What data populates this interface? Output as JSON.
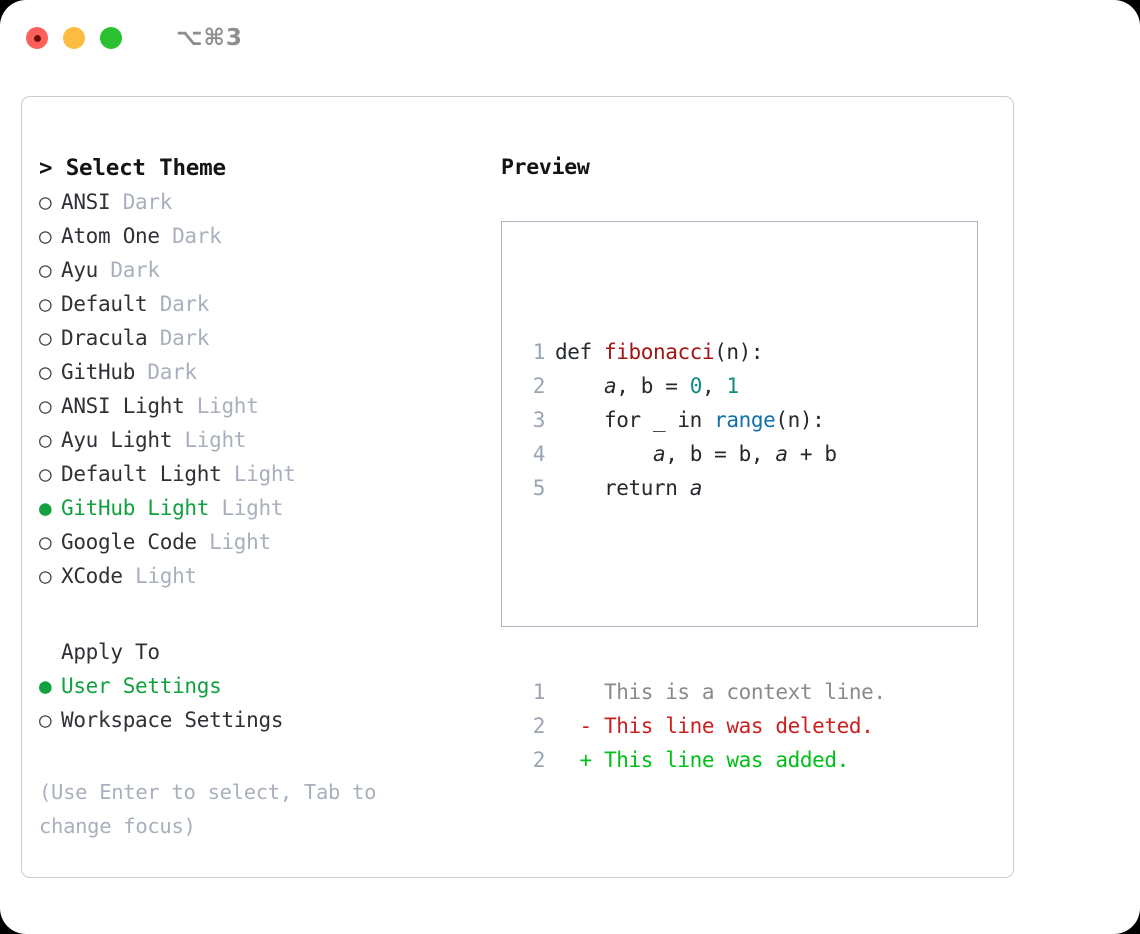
{
  "titlebar": {
    "shortcut": "⌥⌘3",
    "lights": [
      "close",
      "minimize",
      "maximize"
    ]
  },
  "left": {
    "header": "> Select Theme",
    "themes": [
      {
        "bullet": "○",
        "name": "ANSI",
        "variant": "Dark",
        "selected": false
      },
      {
        "bullet": "○",
        "name": "Atom One",
        "variant": "Dark",
        "selected": false
      },
      {
        "bullet": "○",
        "name": "Ayu",
        "variant": "Dark",
        "selected": false
      },
      {
        "bullet": "○",
        "name": "Default",
        "variant": "Dark",
        "selected": false
      },
      {
        "bullet": "○",
        "name": "Dracula",
        "variant": "Dark",
        "selected": false
      },
      {
        "bullet": "○",
        "name": "GitHub",
        "variant": "Dark",
        "selected": false
      },
      {
        "bullet": "○",
        "name": "ANSI Light",
        "variant": "Light",
        "selected": false
      },
      {
        "bullet": "○",
        "name": "Ayu Light",
        "variant": "Light",
        "selected": false
      },
      {
        "bullet": "○",
        "name": "Default Light",
        "variant": "Light",
        "selected": false
      },
      {
        "bullet": "●",
        "name": "GitHub Light",
        "variant": "Light",
        "selected": true
      },
      {
        "bullet": "○",
        "name": "Google Code",
        "variant": "Light",
        "selected": false
      },
      {
        "bullet": "○",
        "name": "XCode",
        "variant": "Light",
        "selected": false
      }
    ],
    "apply_to_header": "Apply To",
    "apply_to": [
      {
        "bullet": "●",
        "name": "User Settings",
        "selected": true
      },
      {
        "bullet": "○",
        "name": "Workspace Settings",
        "selected": false
      }
    ],
    "hint": "(Use Enter to select, Tab to change focus)"
  },
  "right": {
    "title": "Preview",
    "code_lines": [
      {
        "num": "1",
        "tokens": [
          {
            "t": "def ",
            "c": "plain"
          },
          {
            "t": "fibonacci",
            "c": "func"
          },
          {
            "t": "(n):",
            "c": "plain"
          }
        ]
      },
      {
        "num": "2",
        "tokens": [
          {
            "t": "    ",
            "c": "plain"
          },
          {
            "t": "a",
            "c": "var"
          },
          {
            "t": ", b = ",
            "c": "plain"
          },
          {
            "t": "0",
            "c": "num"
          },
          {
            "t": ", ",
            "c": "plain"
          },
          {
            "t": "1",
            "c": "num"
          }
        ]
      },
      {
        "num": "3",
        "tokens": [
          {
            "t": "    for _ in ",
            "c": "plain"
          },
          {
            "t": "range",
            "c": "call"
          },
          {
            "t": "(n):",
            "c": "plain"
          }
        ]
      },
      {
        "num": "4",
        "tokens": [
          {
            "t": "        ",
            "c": "plain"
          },
          {
            "t": "a",
            "c": "var"
          },
          {
            "t": ", b = b, ",
            "c": "plain"
          },
          {
            "t": "a",
            "c": "var"
          },
          {
            "t": " + b",
            "c": "plain"
          }
        ]
      },
      {
        "num": "5",
        "tokens": [
          {
            "t": "    return ",
            "c": "plain"
          },
          {
            "t": "a",
            "c": "var"
          }
        ]
      }
    ],
    "diff_lines": [
      {
        "num": "1",
        "marker": "  ",
        "text": "This is a context line.",
        "kind": "ctx"
      },
      {
        "num": "2",
        "marker": "- ",
        "text": "This line was deleted.",
        "kind": "del"
      },
      {
        "num": "2",
        "marker": "+ ",
        "text": "This line was added.",
        "kind": "add"
      }
    ]
  },
  "colors": {
    "accent_green": "#11a13f",
    "diff_add": "#00bf19",
    "diff_del": "#cc1f1f",
    "muted": "#a8b0bd",
    "panel_border": "#c8ccd4",
    "preview_border": "#a9b2c0"
  }
}
